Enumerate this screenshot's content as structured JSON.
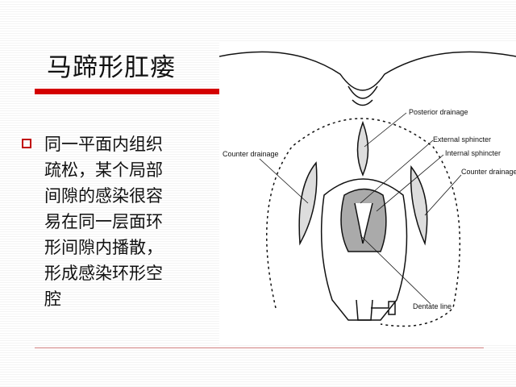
{
  "slide": {
    "title": "马蹄形肛瘘",
    "bullet_lines": [
      "同一平面内组织",
      "疏松，某个局部",
      "间隙的感染很容",
      "易在同一层面环",
      "形间隙内播散，",
      "形成感染环形空",
      "腔"
    ],
    "accent_color": "#d40000"
  },
  "figure": {
    "labels": {
      "posterior_drainage": "Posterior drainage",
      "external_sphincter": "External sphincter",
      "internal_sphincter": "Internal sphincter",
      "counter_drainage_left": "Counter drainage",
      "counter_drainage_right": "Counter drainage o",
      "dentate_line": "Dentate line"
    }
  }
}
